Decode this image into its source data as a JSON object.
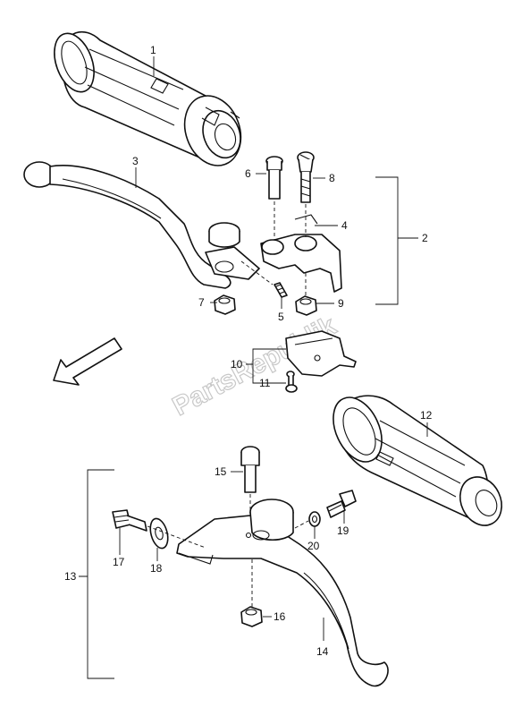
{
  "watermark": "PartsRepublik",
  "callouts": {
    "p1": "1",
    "p2": "2",
    "p3": "3",
    "p4": "4",
    "p5": "5",
    "p6": "6",
    "p7": "7",
    "p8": "8",
    "p9": "9",
    "p10": "10",
    "p11": "11",
    "p12": "12",
    "p13": "13",
    "p14": "14",
    "p15": "15",
    "p16": "16",
    "p17": "17",
    "p18": "18",
    "p19": "19",
    "p20": "20"
  },
  "icons": {
    "direction_arrow": "front-direction-arrow-icon"
  },
  "colors": {
    "line": "#111111",
    "watermark": "#c8c8c8",
    "background": "#ffffff"
  }
}
